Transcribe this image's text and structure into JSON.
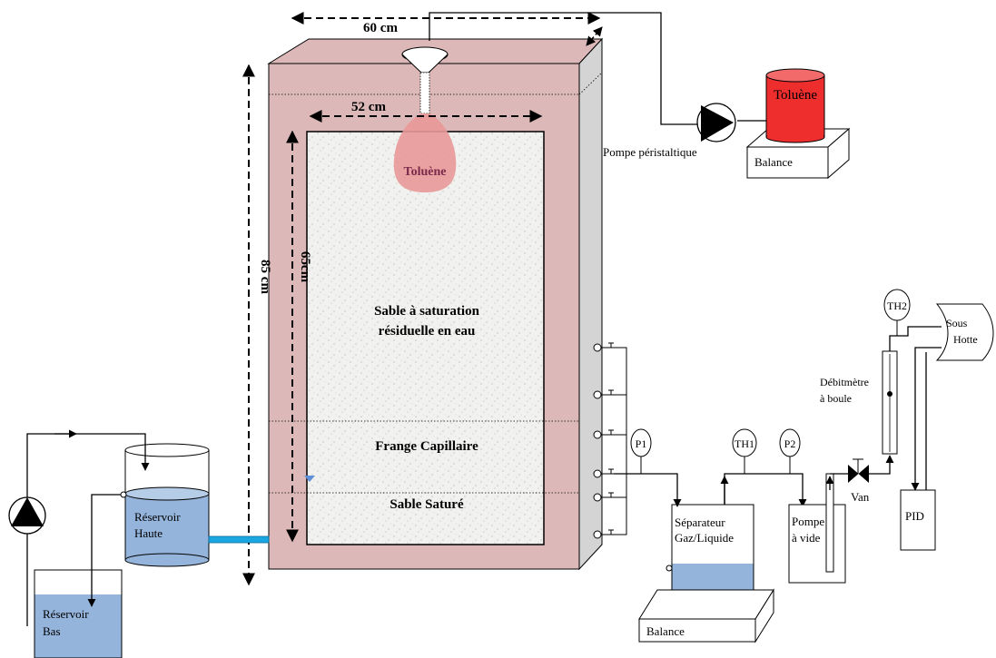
{
  "dimensions": {
    "width_top": "60 cm",
    "width_inner": "52 cm",
    "height_total": "85 cm",
    "height_inner": "65cm"
  },
  "zones": {
    "toluene_plume": "Toluène",
    "residual_sand_line1": "Sable à saturation",
    "residual_sand_line2": "résiduelle en eau",
    "capillary_fringe": "Frange Capillaire",
    "saturated_sand": "Sable Saturé"
  },
  "feed_system": {
    "toluene_tank": "Toluène",
    "pump": "Pompe péristaltique",
    "balance": "Balance"
  },
  "water_system": {
    "upper_reservoir_line1": "Réservoir",
    "upper_reservoir_line2": "Haute",
    "lower_reservoir_line1": "Réservoir",
    "lower_reservoir_line2": "Bas"
  },
  "gas_line": {
    "p1": "P1",
    "th1": "TH1",
    "p2": "P2",
    "th2": "TH2",
    "separator_line1": "Séparateur",
    "separator_line2": "Gaz/Liquide",
    "separator_balance": "Balance",
    "vacuum_pump_line1": "Pompe",
    "vacuum_pump_line2": "à vide",
    "valve": "Van",
    "flowmeter_line1": "Débitmètre",
    "flowmeter_line2": "à boule",
    "hood_line1": "Sous",
    "hood_line2": "Hotte",
    "pid": "PID"
  },
  "colors": {
    "frame": "#dcb8b8",
    "sand": "#f0f0ee",
    "toluene_plume": "#e89898",
    "toluene_tank": "#ee2d2d",
    "water": "#94b4dc",
    "water_pipe": "#1aa6e0",
    "side_face": "#d4d4d4"
  }
}
